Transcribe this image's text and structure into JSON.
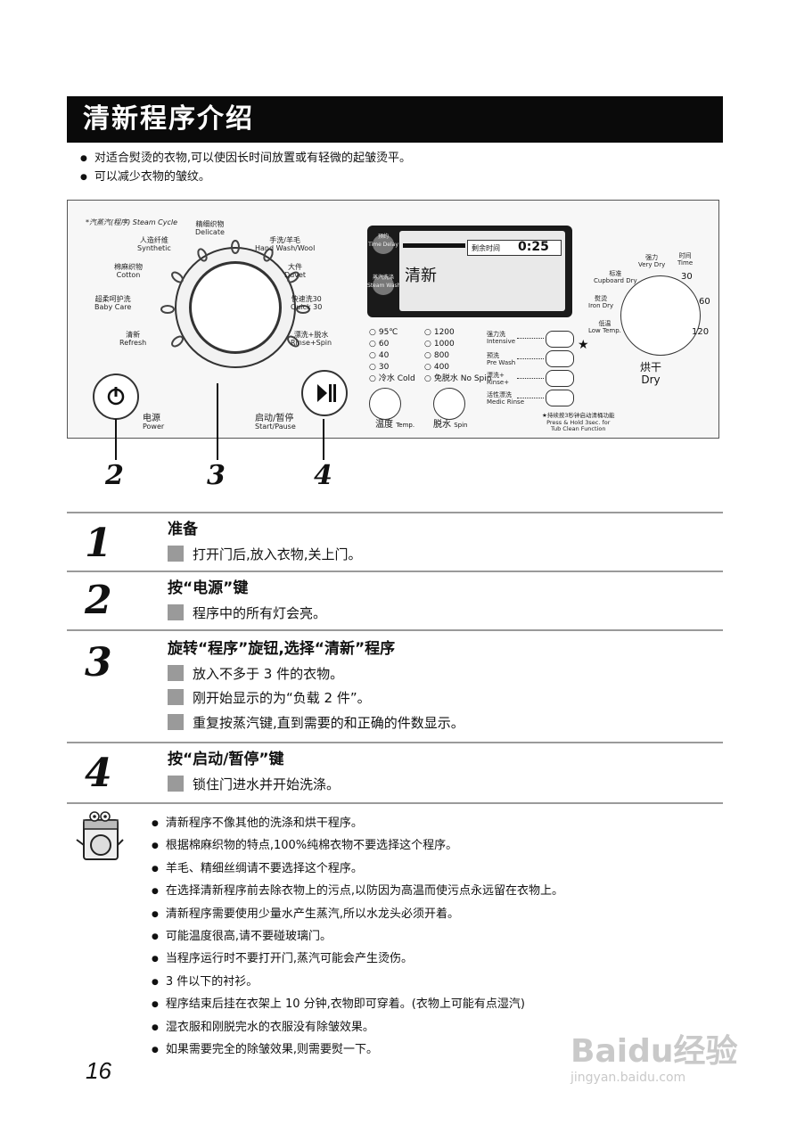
{
  "title": "清新程序介绍",
  "intro": [
    "对适合熨烫的衣物,可以使因长时间放置或有轻微的起皱烫平。",
    "可以减少衣物的皱纹。"
  ],
  "panel": {
    "steam_cycle_label": "*汽蒸汽(程序) Steam Cycle",
    "programs": {
      "delicate": {
        "cn": "精细织物",
        "en": "Delicate"
      },
      "handwash": {
        "cn": "手洗/羊毛",
        "en": "Hand Wash/Wool"
      },
      "duvet": {
        "cn": "大件",
        "en": "Duvet"
      },
      "quick30": {
        "cn": "快速洗30",
        "en": "Quick 30"
      },
      "rinse_spin": {
        "cn": "漂洗+脱水",
        "en": "Rinse+Spin"
      },
      "synthetic": {
        "cn": "人造纤维",
        "en": "Synthetic"
      },
      "cotton": {
        "cn": "棉麻织物",
        "en": "Cotton"
      },
      "baby_care": {
        "cn": "超柔呵护洗",
        "en": "Baby Care"
      },
      "refresh": {
        "cn": "清新",
        "en": "Refresh"
      }
    },
    "power": {
      "cn": "电源",
      "en": "Power",
      "icon": "power-icon"
    },
    "start_pause": {
      "cn": "启动/暂停",
      "en": "Start/Pause",
      "icon": "play-pause-icon"
    },
    "lcd": {
      "time_delay": {
        "cn": "预约",
        "en": "Time Delay"
      },
      "steam_wash": {
        "cn": "蒸汽洗涤",
        "en": "Steam Wash"
      },
      "remaining_label": "剩余时间",
      "time": "0:25",
      "program": "清新"
    },
    "temps": [
      "95℃",
      "60",
      "40",
      "30",
      "冷水 Cold"
    ],
    "spins": [
      "1200",
      "1000",
      "800",
      "400",
      "免脱水 No Spin"
    ],
    "options": [
      {
        "cn": "强力洗",
        "en": "Intensive"
      },
      {
        "cn": "预洗",
        "en": "Pre Wash"
      },
      {
        "cn": "漂洗+",
        "en": "Rinse+"
      },
      {
        "cn": "活性漂洗",
        "en": "Medic Rinse"
      }
    ],
    "temp_label": {
      "cn": "温度",
      "en": "Temp."
    },
    "spin_label": {
      "cn": "脱水",
      "en": "Spin"
    },
    "press_hold": [
      "★持续按3秒钟启动清桶功能",
      "Press & Hold 3sec. for",
      "Tub Clean Function"
    ],
    "dry": {
      "strong": {
        "cn": "强力",
        "en": "Very Dry"
      },
      "time": {
        "cn": "时间",
        "en": "Time"
      },
      "cupboard": {
        "cn": "标准",
        "en": "Cupboard Dry"
      },
      "iron": {
        "cn": "熨烫",
        "en": "Iron Dry"
      },
      "low": {
        "cn": "低温",
        "en": "Low Temp."
      },
      "t30": "30",
      "t60": "60",
      "t120": "120",
      "title_cn": "烘干",
      "title_en": "Dry"
    }
  },
  "callouts": [
    "2",
    "3",
    "4"
  ],
  "steps": [
    {
      "num": "1",
      "title": "准备",
      "items": [
        "打开门后,放入衣物,关上门。"
      ]
    },
    {
      "num": "2",
      "title": "按“电源”键",
      "items": [
        "程序中的所有灯会亮。"
      ]
    },
    {
      "num": "3",
      "title": "旋转“程序”旋钮,选择“清新”程序",
      "items": [
        "放入不多于 3 件的衣物。",
        "刚开始显示的为“负载 2 件”。",
        "重复按蒸汽键,直到需要的和正确的件数显示。"
      ]
    },
    {
      "num": "4",
      "title": "按“启动/暂停”键",
      "items": [
        "锁住门进水并开始洗涤。"
      ]
    }
  ],
  "notes": [
    "清新程序不像其他的洗涤和烘干程序。",
    "根据棉麻织物的特点,100%纯棉衣物不要选择这个程序。",
    "羊毛、精细丝绸请不要选择这个程序。",
    "在选择清新程序前去除衣物上的污点,以防因为高温而使污点永远留在衣物上。",
    "清新程序需要使用少量水产生蒸汽,所以水龙头必须开着。",
    "可能温度很高,请不要碰玻璃门。",
    "当程序运行时不要打开门,蒸汽可能会产生烫伤。",
    "3 件以下的衬衫。",
    "程序结束后挂在衣架上 10 分钟,衣物即可穿着。(衣物上可能有点湿汽)",
    "湿衣服和刚脱完水的衣服没有除皱效果。",
    "如果需要完全的除皱效果,则需要熨一下。"
  ],
  "page_number": "16",
  "watermark": {
    "brand": "Baidu经验",
    "url": "jingyan.baidu.com"
  }
}
